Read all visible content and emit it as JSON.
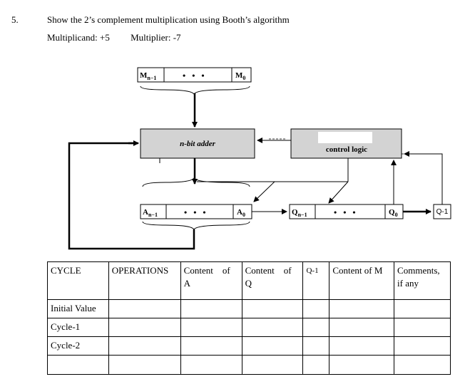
{
  "question": {
    "number": "5.",
    "text": "Show the 2’s complement multiplication using Booth’s algorithm",
    "multiplicand": "Multiplicand: +5",
    "multiplier": "Multiplier:  -7"
  },
  "diagram": {
    "m_register": {
      "left": "M",
      "left_sub": "n−1",
      "dots": "• • •",
      "right": "M",
      "right_sub": "0"
    },
    "adder": "n-bit adder",
    "control": "control logic",
    "a_register": {
      "left": "A",
      "left_sub": "n−1",
      "dots": "• • •",
      "right": "A",
      "right_sub": "0"
    },
    "q_register": {
      "left": "Q",
      "left_sub": "n−1",
      "dots": "• • •",
      "right": "Q",
      "right_sub": "0"
    },
    "q_minus_one": "Q-1"
  },
  "table": {
    "headers": {
      "cycle": "CYCLE",
      "operations": "OPERATIONS",
      "content_a_1": "Content    of",
      "content_a_2": "A",
      "content_q_1": "Content    of",
      "content_q_2": "Q",
      "q_minus_1": "Q-1",
      "content_m": "Content of M",
      "comments_1": "Comments,",
      "comments_2": "if any"
    },
    "rows": [
      "Initial Value",
      "Cycle-1",
      "Cycle-2",
      ""
    ]
  }
}
